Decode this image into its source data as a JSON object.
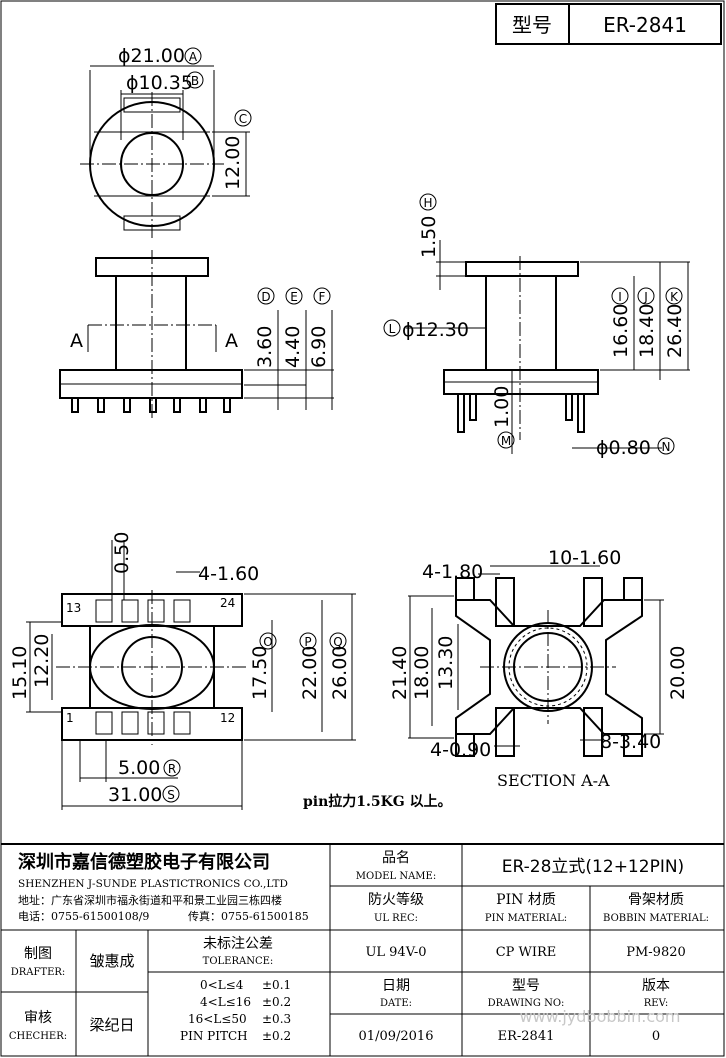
{
  "header": {
    "type_label": "型号",
    "type_value": "ER-2841"
  },
  "top_view": {
    "d_outer": "ϕ21.00",
    "tag_a": "A",
    "d_inner": "ϕ10.35",
    "tag_b": "B",
    "height": "12.00",
    "tag_c": "C"
  },
  "front_view": {
    "dims": [
      "3.60",
      "4.40",
      "6.90"
    ],
    "tags": [
      "D",
      "E",
      "F"
    ],
    "section_mark": "A"
  },
  "side_view": {
    "top_dim": "1.50",
    "tag_h": "H",
    "core_dia": "ϕ12.30",
    "tag_l": "L",
    "dims": [
      "16.60",
      "18.40",
      "26.40"
    ],
    "tags": [
      "I",
      "J",
      "K"
    ],
    "pin_len": "1.00",
    "tag_m": "M",
    "pin_dia": "ϕ0.80",
    "tag_n": "N"
  },
  "bottom_view": {
    "gap": "0.50",
    "slot": "4-1.60",
    "width_outer": "15.10",
    "width_inner": "12.20",
    "dims": [
      "17.50",
      "22.00",
      "26.00"
    ],
    "tags": [
      "O",
      "P",
      "Q"
    ],
    "pitch": "5.00",
    "tag_r": "R",
    "length": "31.00",
    "tag_s": "S",
    "pin_labels": {
      "p13": "13",
      "p24": "24",
      "p1": "1",
      "p12": "12"
    }
  },
  "section": {
    "slot_a": "4-1.80",
    "slot_b": "10-1.60",
    "h1": "21.40",
    "h2": "18.00",
    "h3": "13.30",
    "h4": "20.00",
    "bot_a": "4-0.90",
    "bot_b": "8-3.40",
    "title": "SECTION A-A"
  },
  "note": "pin拉力1.5KG 以上。",
  "title_block": {
    "company_cn": "深圳市嘉信德塑胶电子有限公司",
    "company_en": "SHENZHEN J-SUNDE PLASTICTRONICS CO.,LTD",
    "address": "地址：广东省深圳市福永街道和平和景工业园三栋四楼",
    "phone": "电话：0755-61500108/9",
    "fax": "传真：0755-61500185",
    "model_cn": "品名",
    "model_en": "MODEL NAME:",
    "model_value": "ER-28立式(12+12PIN)",
    "ul_cn": "防火等级",
    "ul_en": "UL REC:",
    "pin_cn": "PIN 材质",
    "pin_en": "PIN MATERIAL:",
    "bobbin_cn": "骨架材质",
    "bobbin_en": "BOBBIN MATERIAL:",
    "ul_value": "UL 94V-0",
    "pin_value": "CP WIRE",
    "bobbin_value": "PM-9820",
    "drafter_cn": "制图",
    "drafter_en": "DRAFTER:",
    "drafter_name": "皱惠成",
    "tol_cn": "未标注公差",
    "tol_en": "TOLERANCE:",
    "tolerances": [
      {
        "range": "0<L≤4",
        "value": "±0.1"
      },
      {
        "range": "4<L≤16",
        "value": "±0.2"
      },
      {
        "range": "16<L≤50",
        "value": "±0.3"
      },
      {
        "range": "PIN PITCH",
        "value": "±0.2"
      }
    ],
    "date_cn": "日期",
    "date_en": "DATE:",
    "date_value": "01/09/2016",
    "drawing_cn": "型号",
    "drawing_en": "DRAWING NO:",
    "drawing_value": "ER-2841",
    "rev_cn": "版本",
    "rev_en": "REV:",
    "rev_value": "0",
    "checker_cn": "审核",
    "checker_en": "CHECHER:",
    "checker_name": "梁纪日",
    "watermark": "www.jydbobbin.com"
  }
}
